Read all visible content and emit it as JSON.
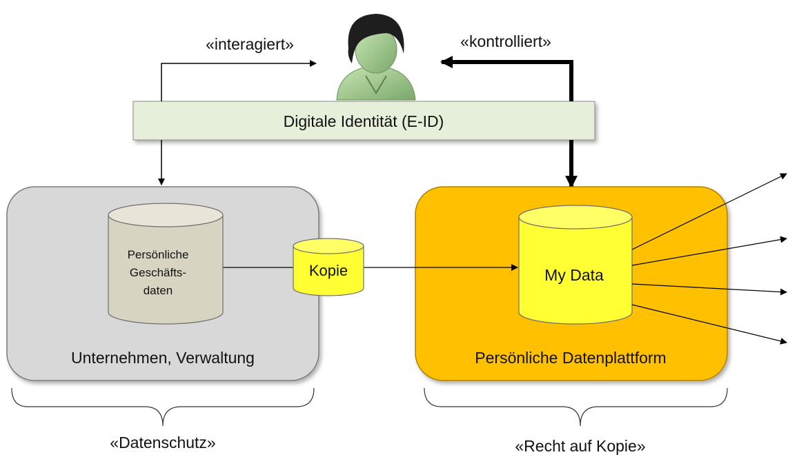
{
  "labels": {
    "interagiert": "«interagiert»",
    "kontrolliert": "«kontrolliert»",
    "identity": "Digitale Identität (E-ID)",
    "business_data_line1": "Persönliche",
    "business_data_line2": "Geschäfts-",
    "business_data_line3": "daten",
    "company": "Unternehmen,  Verwaltung",
    "copy": "Kopie",
    "my_data": "My Data",
    "platform": "Persönliche Datenplattform",
    "privacy": "«Datenschutz»",
    "right_to_copy": "«Recht auf Kopie»"
  },
  "colors": {
    "company_box": "#d8d8d8",
    "platform_box": "#ffc000",
    "identity_bar": "#e6efd9",
    "business_cylinder": "#d8d4c2",
    "data_cylinder": "#ffff33"
  }
}
